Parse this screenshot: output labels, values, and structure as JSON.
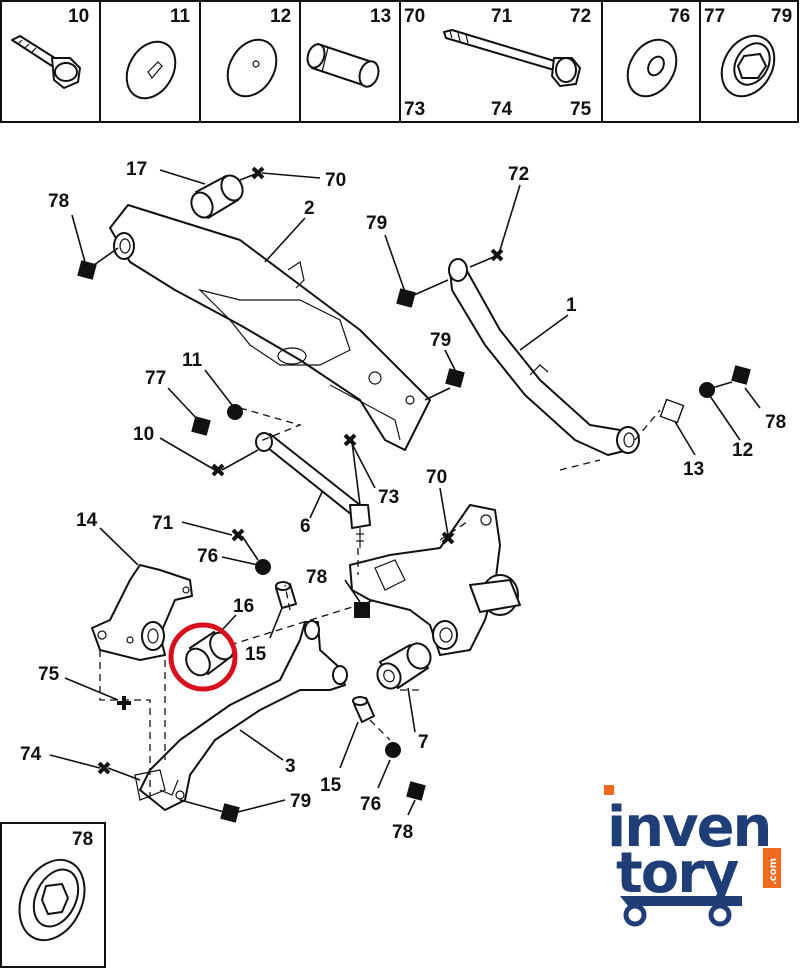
{
  "header_cells": [
    {
      "id": "10",
      "labels": [
        "10"
      ]
    },
    {
      "id": "11",
      "labels": [
        "11"
      ]
    },
    {
      "id": "12",
      "labels": [
        "12"
      ]
    },
    {
      "id": "13",
      "labels": [
        "13"
      ]
    },
    {
      "id": "70-75",
      "labels": [
        "70",
        "71",
        "72",
        "73",
        "74",
        "75"
      ]
    },
    {
      "id": "76",
      "labels": [
        "76"
      ]
    },
    {
      "id": "77-79",
      "labels": [
        "77",
        "79"
      ]
    }
  ],
  "callouts": [
    {
      "id": "c17",
      "text": "17"
    },
    {
      "id": "c70a",
      "text": "70"
    },
    {
      "id": "c78a",
      "text": "78"
    },
    {
      "id": "c2",
      "text": "2"
    },
    {
      "id": "c72",
      "text": "72"
    },
    {
      "id": "c79a",
      "text": "79"
    },
    {
      "id": "c1",
      "text": "1"
    },
    {
      "id": "c79b",
      "text": "79"
    },
    {
      "id": "c11",
      "text": "11"
    },
    {
      "id": "c77",
      "text": "77"
    },
    {
      "id": "c78b",
      "text": "78"
    },
    {
      "id": "c10",
      "text": "10"
    },
    {
      "id": "c12",
      "text": "12"
    },
    {
      "id": "c13",
      "text": "13"
    },
    {
      "id": "c73",
      "text": "73"
    },
    {
      "id": "c70b",
      "text": "70"
    },
    {
      "id": "c6",
      "text": "6"
    },
    {
      "id": "c14",
      "text": "14"
    },
    {
      "id": "c71",
      "text": "71"
    },
    {
      "id": "c76a",
      "text": "76"
    },
    {
      "id": "c78c",
      "text": "78"
    },
    {
      "id": "c16",
      "text": "16"
    },
    {
      "id": "c15a",
      "text": "15"
    },
    {
      "id": "c75",
      "text": "75"
    },
    {
      "id": "c7",
      "text": "7"
    },
    {
      "id": "c74",
      "text": "74"
    },
    {
      "id": "c3",
      "text": "3"
    },
    {
      "id": "c15b",
      "text": "15"
    },
    {
      "id": "c79c",
      "text": "79"
    },
    {
      "id": "c76b",
      "text": "76"
    },
    {
      "id": "c78d",
      "text": "78"
    }
  ],
  "inset": {
    "label": "78"
  },
  "highlight_color": "#d8101e",
  "brand": {
    "line1": "inven",
    "line2": "tory",
    "suffix": ".com",
    "text_color": "#1f3e78",
    "accent_color": "#f26a21"
  }
}
